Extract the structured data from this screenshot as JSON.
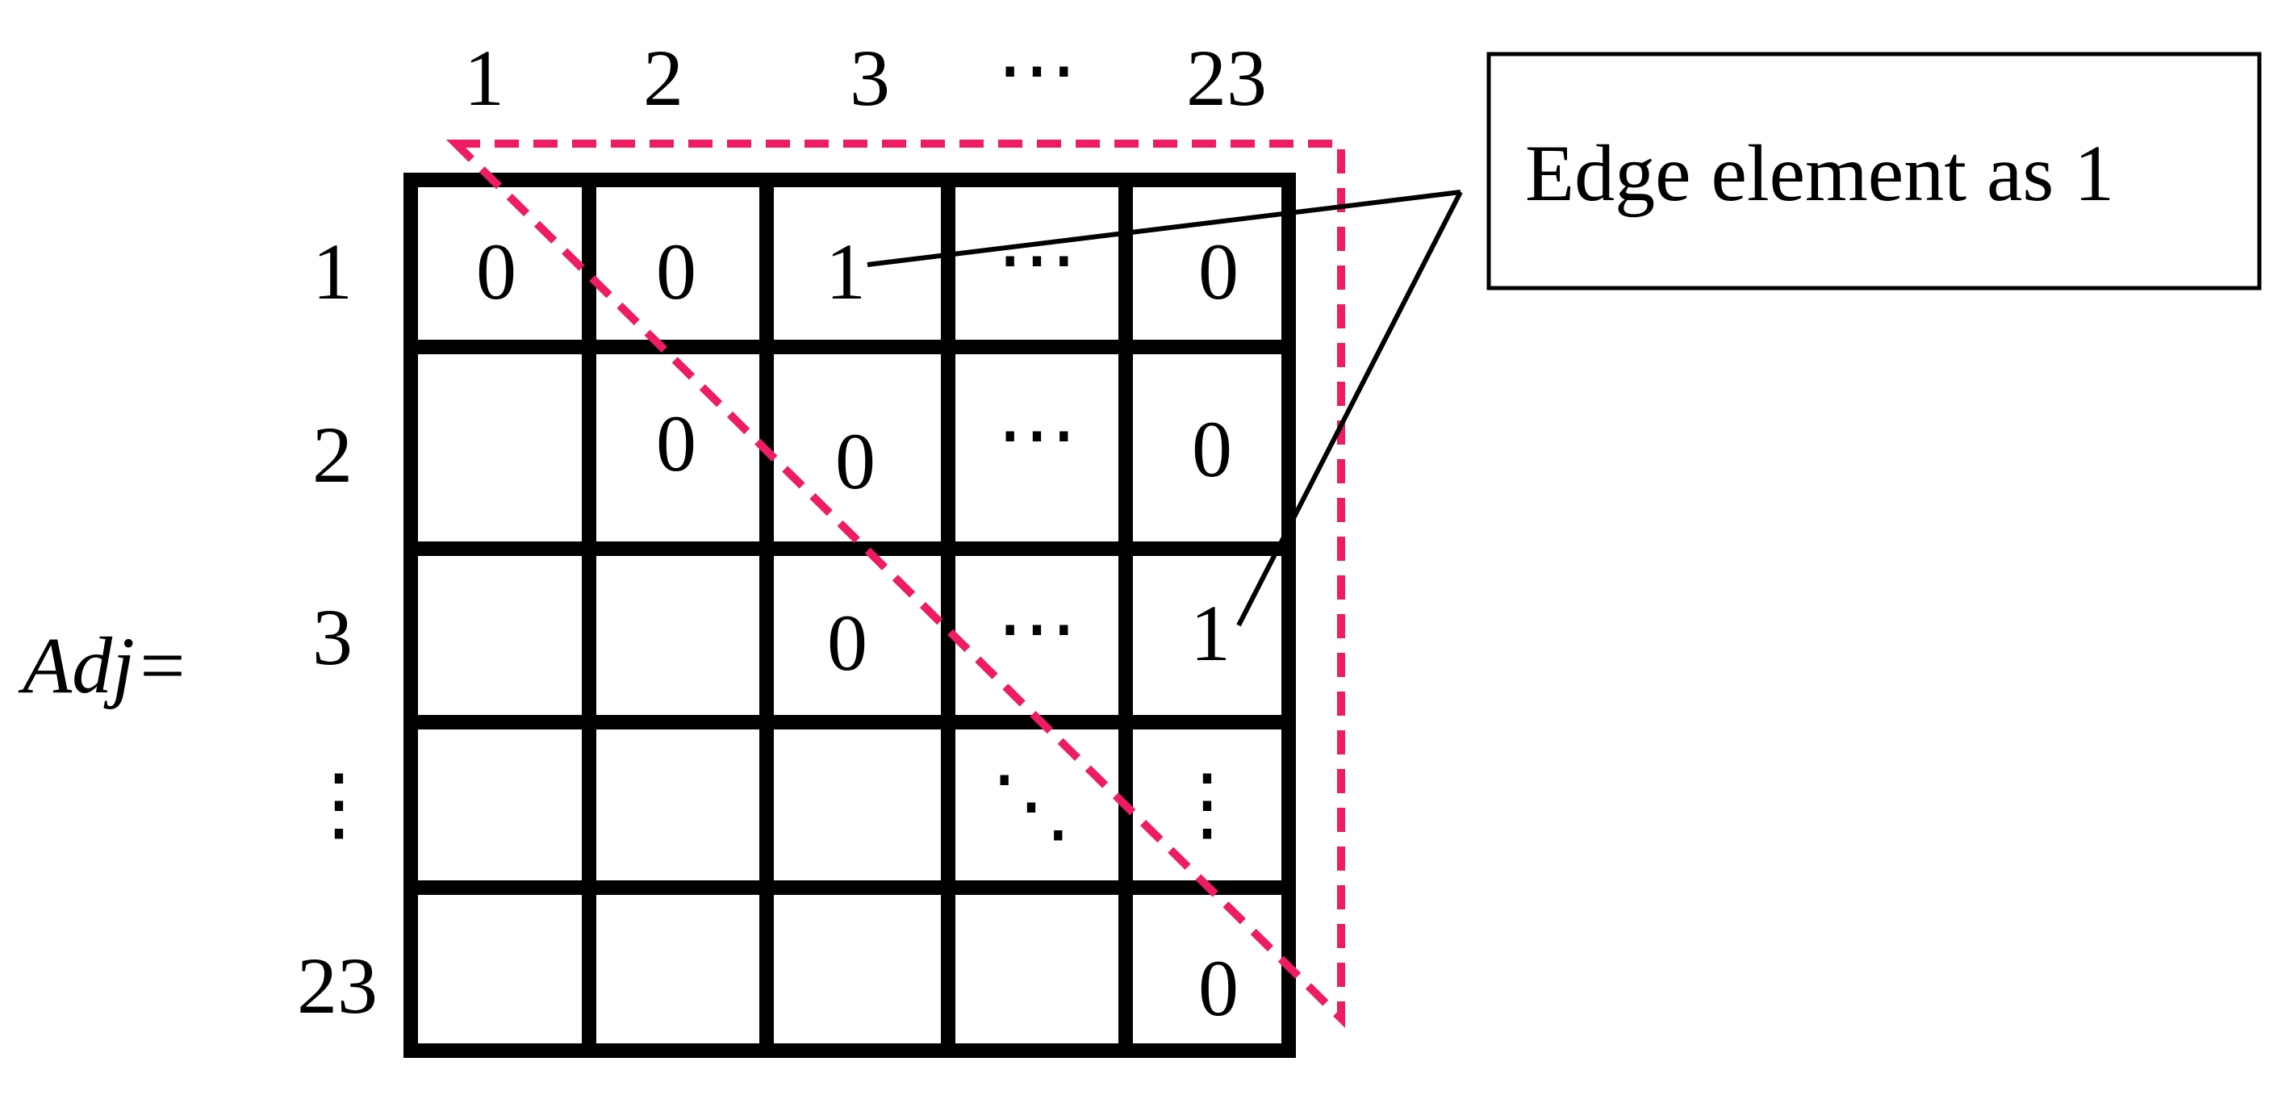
{
  "colors": {
    "grid": "#000000",
    "highlight": "#ee1c63",
    "text": "#000000"
  },
  "matrix_label": "Adj=",
  "column_headers": [
    "1",
    "2",
    "3",
    "⋯",
    "23"
  ],
  "row_headers": [
    "1",
    "2",
    "3",
    "⋮",
    "23"
  ],
  "cells": [
    [
      "0",
      "0",
      "1",
      "⋯",
      "0"
    ],
    [
      "",
      "0",
      "0",
      "⋯",
      "0"
    ],
    [
      "",
      "",
      "0",
      "⋯",
      "1"
    ],
    [
      "",
      "",
      "",
      "⋱",
      "⋮"
    ],
    [
      "",
      "",
      "",
      "",
      "0"
    ]
  ],
  "callout": {
    "text": "Edge element as 1"
  }
}
